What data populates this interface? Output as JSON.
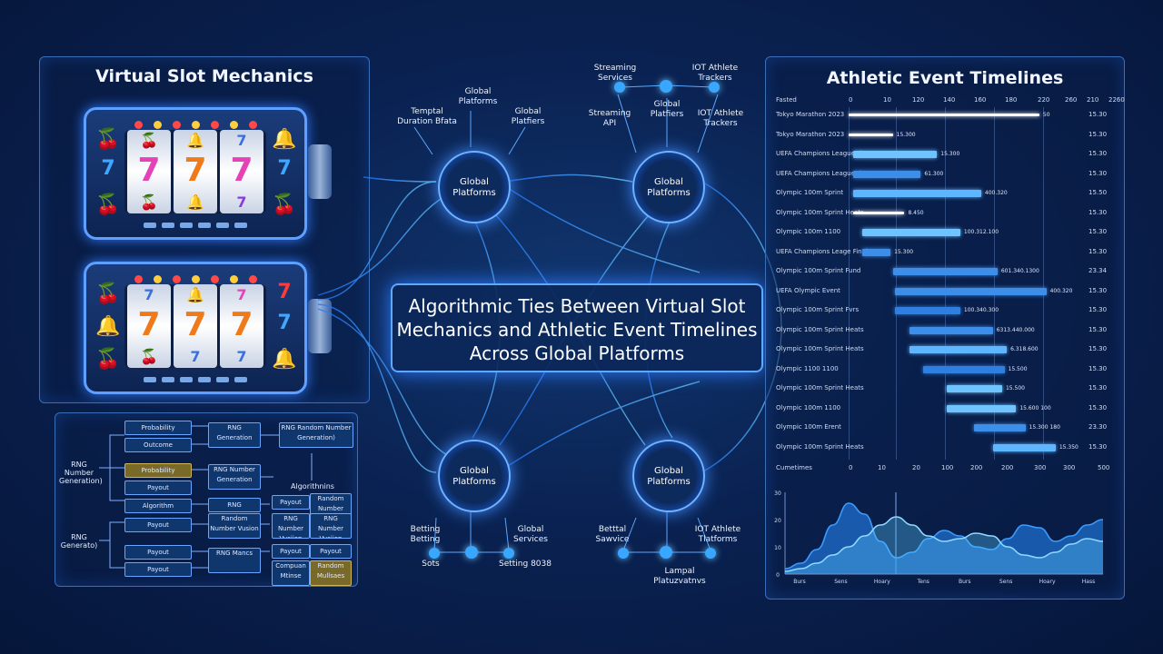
{
  "left_panel": {
    "title": "Virtual Slot Mechanics"
  },
  "right_panel": {
    "title": "Athletic Event Timelines"
  },
  "center": {
    "title_line1": "Algorithmic Ties Between Virtual Slot",
    "title_line2": "Mechanics and Athletic Event Timelines",
    "title_line3": "Across Global Platforms",
    "hubs": [
      "Global Platforms",
      "Global Platforms",
      "Global Platforms",
      "Global Platforms"
    ],
    "labels": {
      "top_left_1": "Global Platforms",
      "top_left_2": "Temptal Duration Bfata",
      "top_left_3": "Global Platfiers",
      "top_right_1": "Streaming Services",
      "top_right_2": "IOT Athlete Trackers",
      "top_right_3": "Streaming API",
      "top_right_4": "Global Platfiers",
      "top_right_5": "IOT Athlete Trackers",
      "bottom_left_1": "Betting Betting",
      "bottom_left_2": "Global Services",
      "bottom_left_3": "Sots",
      "bottom_left_4": "Setting 8038",
      "bottom_right_1": "Betttal Sawvice",
      "bottom_right_2": "IOT Athlete Tlatforms",
      "bottom_right_3": "Lampal Platuzvatnvs"
    }
  },
  "flow": {
    "rng_gen_1": "RNG Number Generation)",
    "rng_gen_2": "RNG Generato)",
    "algorithm_label": "Algorithnins",
    "boxes": {
      "probability_1": "Probability",
      "outcome": "Outcome",
      "probability_2": "Probability",
      "payout_1": "Payout",
      "algorithm": "Algorithm",
      "payout_2": "Payout",
      "payout_3": "Payout",
      "payout_4": "Payout",
      "rng_1": "RNG Generation",
      "rng_2": "RNG Random Number Generation)",
      "rng_3": "RNG Number Generation",
      "rng_4": "RNG",
      "rng_5": "Payout",
      "rng_6": "Random Number",
      "rng_7": "Random Number Vusion",
      "rng_8": "RNG Number Vusiion",
      "rng_9": "Payout",
      "rng_10": "Payout",
      "rng_11": "RNG Mancs",
      "rng_12": "Compuan Mtinse",
      "rng_13": "Random Mullsaes"
    }
  },
  "timeline": {
    "header_label": "Fasted",
    "ticks": [
      "0",
      "10",
      "120",
      "140",
      "160",
      "180",
      "220",
      "260",
      "210",
      "2260"
    ],
    "bottom_label": "Cumetimes",
    "bottom_ticks": [
      "0",
      "10",
      "20",
      "100",
      "200",
      "200",
      "300",
      "300",
      "500"
    ],
    "rows": [
      {
        "name": "Tokyo Marathon 2023",
        "time": "15.30",
        "value": "50",
        "start": 0.0,
        "len": 0.82,
        "color": "#ffffff"
      },
      {
        "name": "Tokyo Marathon 2023",
        "time": "15.30",
        "value": "15.300",
        "start": 0.0,
        "len": 0.19,
        "color": "#ffffff"
      },
      {
        "name": "UEFA Champions League Fin",
        "time": "15.30",
        "value": "15.300",
        "start": 0.02,
        "len": 0.36,
        "color": "#6fc3ff"
      },
      {
        "name": "UEFA Champions League Fin",
        "time": "15.30",
        "value": "61.300",
        "start": 0.02,
        "len": 0.29,
        "color": "#3d8ee8"
      },
      {
        "name": "Olympic 100m Sprint",
        "time": "15.50",
        "value": "400.320",
        "start": 0.02,
        "len": 0.55,
        "color": "#5db6ff"
      },
      {
        "name": "Olympic 100m Sprint Heats",
        "time": "15.30",
        "value": "8.450",
        "start": 0.02,
        "len": 0.22,
        "color": "#ffffff"
      },
      {
        "name": "Olympic 100m 1100",
        "time": "15.30",
        "value": "100.312.100",
        "start": 0.06,
        "len": 0.42,
        "color": "#6fc3ff"
      },
      {
        "name": "UEFA Champions Leage Final",
        "time": "15.30",
        "value": "15.300",
        "start": 0.06,
        "len": 0.12,
        "color": "#3d8ee8"
      },
      {
        "name": "Olympic 100m Sprint Fund",
        "time": "23.34",
        "value": "601.340.1300",
        "start": 0.19,
        "len": 0.45,
        "color": "#3d8ee8"
      },
      {
        "name": "UEFA Olympic Event",
        "time": "15.30",
        "value": "400.320",
        "start": 0.2,
        "len": 0.65,
        "color": "#3d8ee8"
      },
      {
        "name": "Olympic 100m Sprint Fvrs",
        "time": "15.30",
        "value": "100.340.300",
        "start": 0.2,
        "len": 0.28,
        "color": "#2f7fe0"
      },
      {
        "name": "Olympic 100m Sprint Heats",
        "time": "15.30",
        "value": "6313.440.000",
        "start": 0.26,
        "len": 0.36,
        "color": "#3d8ee8"
      },
      {
        "name": "Olympic 100m Sprint Heats",
        "time": "15.30",
        "value": "6.318.600",
        "start": 0.26,
        "len": 0.42,
        "color": "#5db6ff"
      },
      {
        "name": "Olympic 1100 1100",
        "time": "15.30",
        "value": "15.500",
        "start": 0.32,
        "len": 0.35,
        "color": "#2f7fe0"
      },
      {
        "name": "Olympic 100m Sprint Heats",
        "time": "15.30",
        "value": "15.500",
        "start": 0.42,
        "len": 0.24,
        "color": "#6fc3ff"
      },
      {
        "name": "Olympic 100m 1100",
        "time": "15.30",
        "value": "15.600 100",
        "start": 0.42,
        "len": 0.3,
        "color": "#6fc3ff"
      },
      {
        "name": "Olympic 100m Erent",
        "time": "23.30",
        "value": "15.300 180",
        "start": 0.54,
        "len": 0.22,
        "color": "#3d8ee8"
      },
      {
        "name": "Olympic 100m Sprint Heats",
        "time": "15.30",
        "value": "15.350",
        "start": 0.62,
        "len": 0.27,
        "color": "#5db6ff"
      }
    ],
    "chart_data": {
      "type": "area",
      "x": [
        0,
        1,
        2,
        3,
        4,
        5,
        6,
        7,
        8,
        9,
        10,
        11,
        12,
        13,
        14,
        15,
        16,
        17,
        18,
        19,
        20
      ],
      "series": [
        {
          "values": [
            2,
            4,
            9,
            18,
            26,
            22,
            12,
            6,
            8,
            13,
            16,
            14,
            10,
            9,
            13,
            18,
            17,
            12,
            14,
            18,
            20
          ]
        },
        {
          "values": [
            1,
            2,
            4,
            7,
            10,
            14,
            18,
            21,
            18,
            14,
            12,
            13,
            15,
            14,
            10,
            7,
            6,
            8,
            11,
            13,
            12
          ]
        }
      ],
      "ylim": [
        0,
        30
      ],
      "yticks": [
        "30",
        "20",
        "10",
        "0"
      ],
      "xticks": [
        "Burs",
        "Sens",
        "Hoary",
        "Tens",
        "Burs",
        "Sens",
        "Hoary",
        "Hass"
      ]
    }
  }
}
